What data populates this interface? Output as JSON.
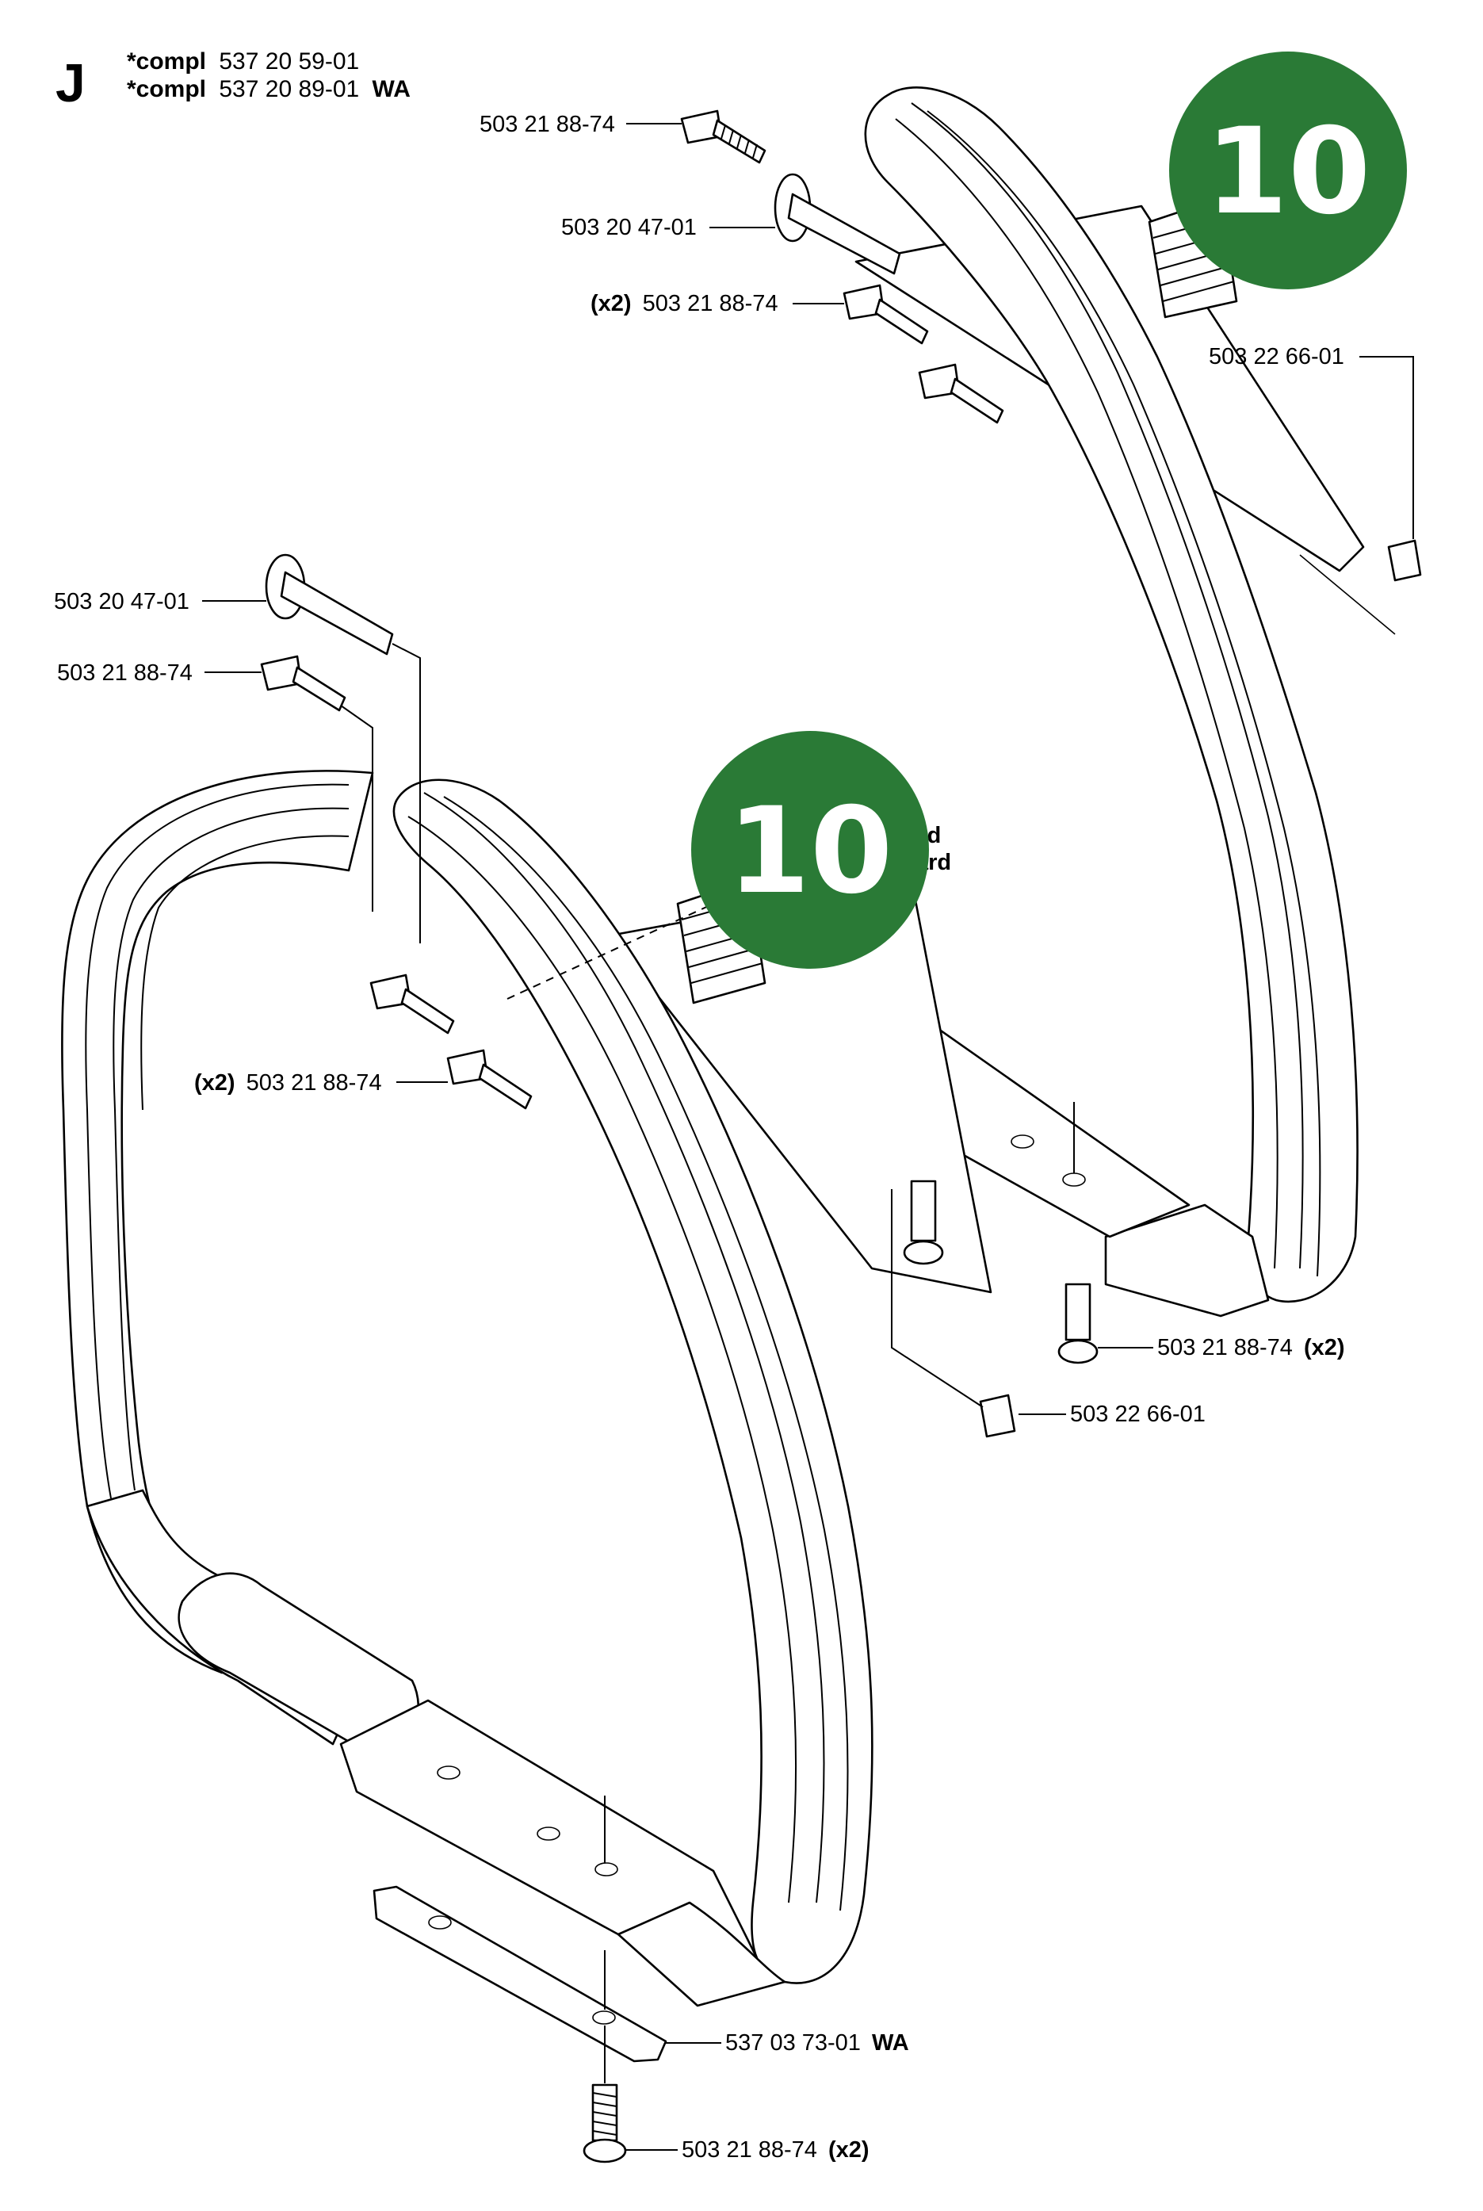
{
  "section_letter": "J",
  "header": {
    "line1_prefix": "*compl",
    "line1_number": "537 20 59-01",
    "line1_suffix": "",
    "line2_prefix": "*compl",
    "line2_number": "537 20 89-01",
    "line2_suffix": "WA"
  },
  "badge": {
    "value": "10",
    "color": "#2a7a36",
    "text_color": "#ffffff",
    "partial_text_top": "td",
    "partial_text_bottom": "ard"
  },
  "labels": {
    "upper_bolt": {
      "number": "503 21 88-74",
      "qty": ""
    },
    "upper_pin": {
      "number": "503 20 47-01",
      "qty": ""
    },
    "upper_bolts_x2": {
      "qty": "(x2)",
      "number": "503 21 88-74"
    },
    "upper_nut": {
      "number": "503 22 66-01",
      "qty": ""
    },
    "left_pin": {
      "number": "503 20 47-01",
      "qty": ""
    },
    "left_bolt": {
      "number": "503 21 88-74",
      "qty": ""
    },
    "left_bolts_x2": {
      "qty": "(x2)",
      "number": "503 21 88-74"
    },
    "mid_bolts_x2": {
      "number": "503 21 88-74",
      "qty": "(x2)"
    },
    "mid_nut": {
      "number": "503 22 66-01",
      "qty": ""
    },
    "plate": {
      "number": "537 03 73-01",
      "qty": "WA"
    },
    "bottom_bolts_x2": {
      "number": "503 21 88-74",
      "qty": "(x2)"
    }
  },
  "icons": [
    "bolt-icon",
    "pin-icon",
    "nut-icon",
    "spring-icon",
    "handlebar-icon",
    "plate-icon"
  ]
}
